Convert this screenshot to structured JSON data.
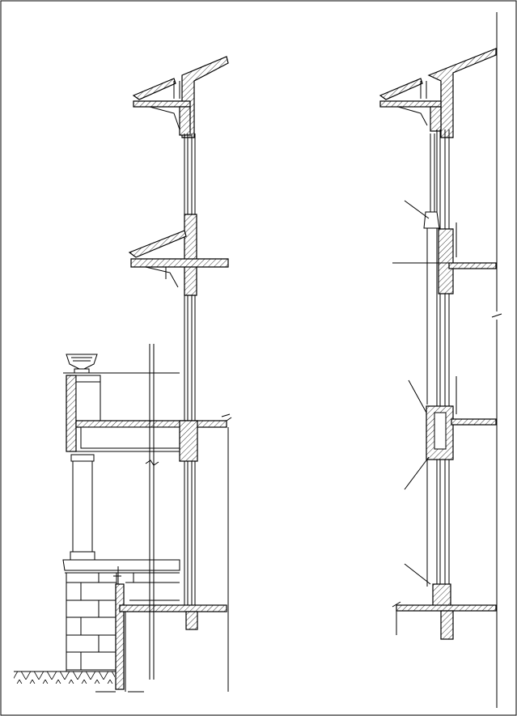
{
  "drawing": {
    "type": "architectural wall section",
    "views": [
      "left-section",
      "right-section"
    ],
    "colors": {
      "line": "#000000",
      "background": "#ffffff"
    }
  }
}
